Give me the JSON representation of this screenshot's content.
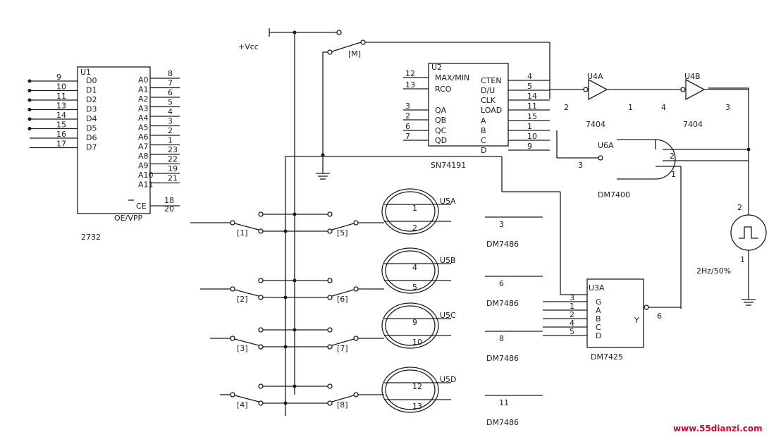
{
  "vcc": "+Vcc",
  "switch_m": "M",
  "eprom": {
    "ref": "U1",
    "data_pins": [
      {
        "num": "9",
        "name": "D0"
      },
      {
        "num": "10",
        "name": "D1"
      },
      {
        "num": "11",
        "name": "D2"
      },
      {
        "num": "13",
        "name": "D3"
      },
      {
        "num": "14",
        "name": "D4"
      },
      {
        "num": "15",
        "name": "D5"
      },
      {
        "num": "16",
        "name": "D6"
      },
      {
        "num": "17",
        "name": "D7"
      }
    ],
    "addr_pins": [
      {
        "num": "8",
        "name": "A0"
      },
      {
        "num": "7",
        "name": "A1"
      },
      {
        "num": "6",
        "name": "A2"
      },
      {
        "num": "5",
        "name": "A3"
      },
      {
        "num": "4",
        "name": "A4"
      },
      {
        "num": "3",
        "name": "A5"
      },
      {
        "num": "2",
        "name": "A6"
      },
      {
        "num": "1",
        "name": "A7"
      },
      {
        "num": "23",
        "name": "A8"
      },
      {
        "num": "22",
        "name": "A9"
      },
      {
        "num": "19",
        "name": "A10"
      },
      {
        "num": "21",
        "name": "A11"
      }
    ],
    "ce_num": "18",
    "ce_name": "CE",
    "oe_num": "20",
    "oe_name": "OE/VPP",
    "part": "2732"
  },
  "counter": {
    "ref": "U2",
    "part": "SN74191",
    "left_pins": [
      {
        "num": "12",
        "name": "MAX/MIN"
      },
      {
        "num": "13",
        "name": "RCO"
      },
      {
        "num": "3",
        "name": "QA"
      },
      {
        "num": "2",
        "name": "QB"
      },
      {
        "num": "6",
        "name": "QC"
      },
      {
        "num": "7",
        "name": "QD"
      }
    ],
    "right_pins": [
      {
        "num": "4",
        "name": "CTEN"
      },
      {
        "num": "5",
        "name": "D/U"
      },
      {
        "num": "14",
        "name": "CLK"
      },
      {
        "num": "11",
        "name": "LOAD"
      },
      {
        "num": "15",
        "name": "A"
      },
      {
        "num": "1",
        "name": "B"
      },
      {
        "num": "10",
        "name": "C"
      },
      {
        "num": "9",
        "name": "D"
      }
    ]
  },
  "inverters": [
    {
      "ref": "U4A",
      "part": "7404",
      "in": "1",
      "out": "2"
    },
    {
      "ref": "U4B",
      "part": "7404",
      "in": "3",
      "out": "4"
    }
  ],
  "nand": {
    "ref": "U6A",
    "part": "DM7400",
    "in1": "2",
    "in2": "1",
    "out": "3"
  },
  "clock": {
    "label": "2Hz/50%",
    "pin1": "1",
    "pin2": "2"
  },
  "xor_gates": [
    {
      "ref": "U5A",
      "part": "DM7486",
      "in1": "1",
      "in2": "2",
      "out": "3"
    },
    {
      "ref": "U5B",
      "part": "DM7486",
      "in1": "4",
      "in2": "5",
      "out": "6"
    },
    {
      "ref": "U5C",
      "part": "DM7486",
      "in1": "9",
      "in2": "10",
      "out": "8"
    },
    {
      "ref": "U5D",
      "part": "DM7486",
      "in1": "12",
      "in2": "13",
      "out": "11"
    }
  ],
  "nor4": {
    "ref": "U3A",
    "part": "DM7425",
    "pins": [
      {
        "num": "3",
        "name": "G"
      },
      {
        "num": "1",
        "name": "A"
      },
      {
        "num": "2",
        "name": "B"
      },
      {
        "num": "4",
        "name": "C"
      },
      {
        "num": "5",
        "name": "D"
      }
    ],
    "out_num": "6",
    "out_name": "Y"
  },
  "switches_left": [
    "1",
    "2",
    "3",
    "4"
  ],
  "switches_right": [
    "5",
    "6",
    "7",
    "8"
  ],
  "watermark": "www.55dianzi.com"
}
